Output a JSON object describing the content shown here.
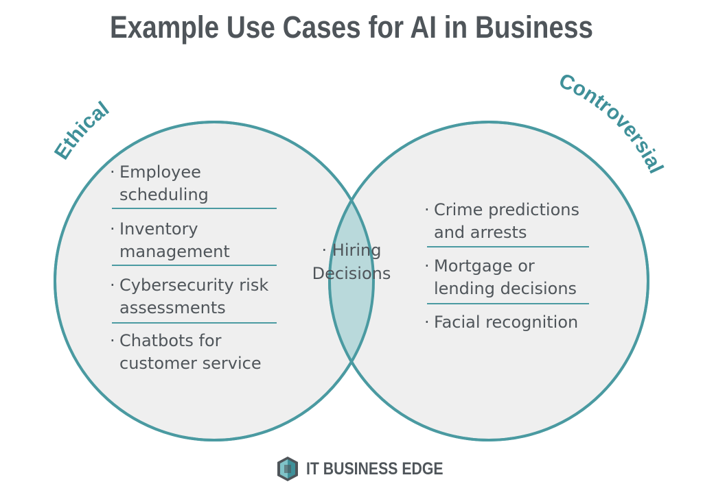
{
  "title": "Example Use Cases for AI in Business",
  "colors": {
    "circle_fill": "#efefef",
    "circle_stroke": "#4a9aa1",
    "overlap_fill": "#b9d9db",
    "accent": "#3f9099",
    "text": "#4f555a"
  },
  "left_set": {
    "label": "Ethical",
    "items": [
      {
        "line1": "Employee",
        "line2": "scheduling"
      },
      {
        "line1": "Inventory",
        "line2": "management"
      },
      {
        "line1": "Cybersecurity risk",
        "line2": "assessments"
      },
      {
        "line1": "Chatbots for",
        "line2": "customer service"
      }
    ]
  },
  "intersection": {
    "line1": "Hiring",
    "line2": "Decisions"
  },
  "right_set": {
    "label": "Controversial",
    "items": [
      {
        "line1": "Crime predictions",
        "line2": "and arrests"
      },
      {
        "line1": "Mortgage or",
        "line2": "lending decisions"
      },
      {
        "line1": "Facial recognition",
        "line2": ""
      }
    ]
  },
  "logo": {
    "text": "IT BUSINESS EDGE",
    "icon": "cube-logo-icon"
  }
}
